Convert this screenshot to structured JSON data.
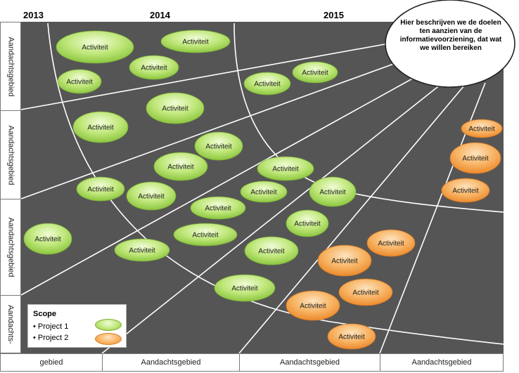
{
  "years": [
    "2013",
    "2014",
    "2015"
  ],
  "row_labels": [
    "Aandachtsgebied",
    "Aandachtsgebied",
    "Aandachtsgebied",
    "Aandachts-"
  ],
  "column_labels": [
    "gebied",
    "Aandachtsgebied",
    "Aandachtsgebied",
    "Aandachtsgebied"
  ],
  "callout": "Hier beschrijven we de doelen ten aanzien van de informatievoorziening, dat wat we willen bereiken",
  "activity_label": "Activiteit",
  "activities": [
    {
      "scope": "project1"
    },
    {
      "scope": "project1"
    },
    {
      "scope": "project1"
    },
    {
      "scope": "project1"
    },
    {
      "scope": "project1"
    },
    {
      "scope": "project1"
    },
    {
      "scope": "project1"
    },
    {
      "scope": "project1"
    },
    {
      "scope": "project1"
    },
    {
      "scope": "project1"
    },
    {
      "scope": "project1"
    },
    {
      "scope": "project1"
    },
    {
      "scope": "project1"
    },
    {
      "scope": "project1"
    },
    {
      "scope": "project1"
    },
    {
      "scope": "project1"
    },
    {
      "scope": "project1"
    },
    {
      "scope": "project1"
    },
    {
      "scope": "project1"
    },
    {
      "scope": "project1"
    },
    {
      "scope": "project1"
    },
    {
      "scope": "project1"
    },
    {
      "scope": "project1"
    },
    {
      "scope": "project2"
    },
    {
      "scope": "project2"
    },
    {
      "scope": "project2"
    },
    {
      "scope": "project2"
    },
    {
      "scope": "project2"
    },
    {
      "scope": "project2"
    },
    {
      "scope": "project2"
    },
    {
      "scope": "project2"
    }
  ],
  "legend": {
    "title": "Scope",
    "items": [
      "• Project 1",
      "• Project 2"
    ]
  },
  "colors": {
    "background": "#555555",
    "lines": "#ffffff",
    "project1": "#b3e36a",
    "project2": "#f6a64a"
  }
}
